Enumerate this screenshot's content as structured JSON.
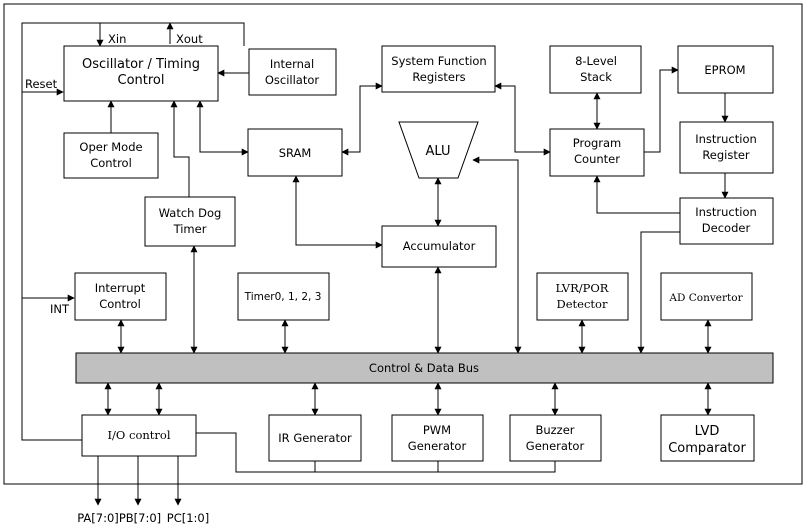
{
  "pins": {
    "xin": "Xin",
    "xout": "Xout",
    "reset": "Reset",
    "int": "INT"
  },
  "blocks": {
    "oscillator": [
      "Oscillator / Timing",
      "Control"
    ],
    "internal_osc": [
      "Internal",
      "Oscillator"
    ],
    "sys_func_reg": [
      "System Function",
      "Registers"
    ],
    "stack": [
      "8-Level",
      "Stack"
    ],
    "eprom": "EPROM",
    "oper_mode": [
      "Oper Mode",
      "Control"
    ],
    "sram": "SRAM",
    "alu": "ALU",
    "program_counter": [
      "Program",
      "Counter"
    ],
    "instruction_register": [
      "Instruction",
      "Register"
    ],
    "watchdog": [
      "Watch Dog",
      "Timer"
    ],
    "instruction_decoder": [
      "Instruction",
      "Decoder"
    ],
    "accumulator": "Accumulator",
    "interrupt": [
      "Interrupt",
      "Control"
    ],
    "timers": "Timer0, 1, 2, 3",
    "lvr_por": [
      "LVR/POR",
      "Detector"
    ],
    "ad_convertor": "AD Convertor",
    "bus": "Control & Data Bus",
    "io_control": "I/O control",
    "ir_generator": "IR Generator",
    "pwm": [
      "PWM",
      "Generator"
    ],
    "buzzer": [
      "Buzzer",
      "Generator"
    ],
    "lvd": [
      "LVD",
      "Comparator"
    ]
  },
  "ports": {
    "pa": "PA[7:0]",
    "pb": "PB[7:0]",
    "pc": "PC[1:0]"
  }
}
